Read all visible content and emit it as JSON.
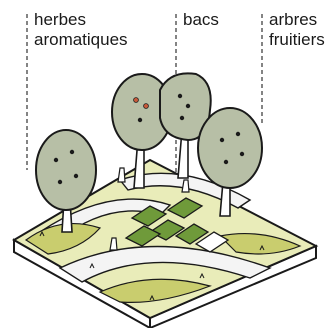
{
  "labels": {
    "herbs_line1": "herbes",
    "herbs_line2": "aromatiques",
    "bins": "bacs",
    "trees_line1": "arbres",
    "trees_line2": "fruitiers"
  },
  "colors": {
    "outline": "#1a1a1a",
    "canopy": "#b7bfa6",
    "ground_light": "#e9ecb9",
    "ground_dark": "#c9cd6e",
    "soil_side": "#ffffff",
    "bin_fill": "#6f9a3a",
    "path_light": "#f4f4f4",
    "leader_line": "#333333"
  }
}
